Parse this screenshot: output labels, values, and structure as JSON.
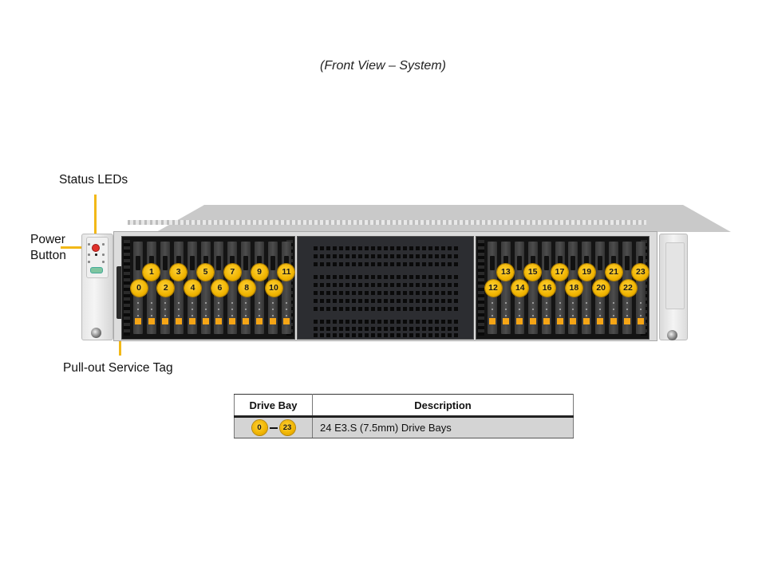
{
  "caption": "(Front View – System)",
  "callouts": {
    "status_leds": "Status LEDs",
    "power_button_line1": "Power",
    "power_button_line2": "Button",
    "service_tag": "Pull-out Service Tag"
  },
  "drive_bays": {
    "left": [
      "0",
      "1",
      "2",
      "3",
      "4",
      "5",
      "6",
      "7",
      "8",
      "9",
      "10",
      "11"
    ],
    "right": [
      "12",
      "13",
      "14",
      "15",
      "16",
      "17",
      "18",
      "19",
      "20",
      "21",
      "22",
      "23"
    ]
  },
  "colors": {
    "badge": "#f0b400",
    "callout_line": "#f2b817",
    "latch": "#f5a516",
    "power_led": "#e0302a"
  },
  "table": {
    "headers": [
      "Drive Bay",
      "Description"
    ],
    "rows": [
      {
        "range_start": "0",
        "range_end": "23",
        "description": "24 E3.S (7.5mm) Drive  Bays"
      }
    ]
  }
}
